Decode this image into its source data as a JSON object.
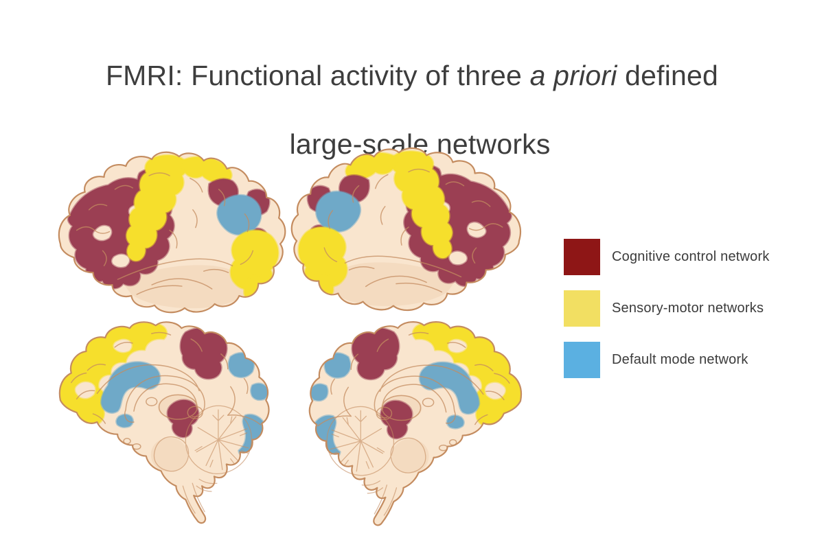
{
  "title": {
    "line1": [
      {
        "text": "FMRI: Functional activity of three ",
        "style": "normal"
      },
      {
        "text": "a priori",
        "style": "italic"
      },
      {
        "text": " defined",
        "style": "normal"
      }
    ],
    "line2": "large-scale networks"
  },
  "legend": {
    "items": [
      {
        "id": "cognitive-control",
        "label": "Cognitive control network",
        "color": "#8e1616"
      },
      {
        "id": "sensory-motor",
        "label": "Sensory-motor networks",
        "color": "#f2df62"
      },
      {
        "id": "default-mode",
        "label": "Default mode network",
        "color": "#5bb0e1"
      }
    ]
  },
  "colors": {
    "background": "#ffffff",
    "title_text": "#3d3d3d",
    "legend_text": "#3b3b3b",
    "brain_fill": "#f9e5ce",
    "brain_outline": "#c48c60",
    "brain_shade": "#f0d2b2",
    "patch_red": "#9b3f53",
    "patch_yellow": "#f6df2c",
    "patch_blue": "#6fa9c8"
  }
}
